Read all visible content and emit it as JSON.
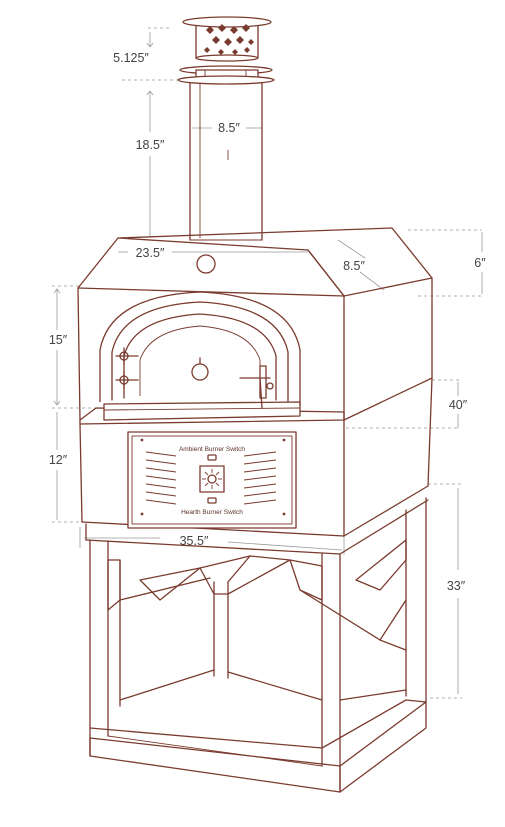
{
  "dimensions": {
    "cap_height": "5.125″",
    "flue_height": "18.5″",
    "flue_diameter": "8.5″",
    "top_width": "23.5″",
    "top_slope_depth": "8.5″",
    "top_slope_height": "6″",
    "oven_upper_height": "15″",
    "depth": "40″",
    "base_height": "12″",
    "width": "35.5″",
    "stand_height": "33″"
  },
  "control_panel": {
    "top_switch": "Ambient Burner Switch",
    "bottom_switch": "Hearth Burner Switch"
  },
  "colors": {
    "outline": "#7a3b2e",
    "dimension_lines": "#9a9a9a",
    "label_text": "#444444"
  }
}
